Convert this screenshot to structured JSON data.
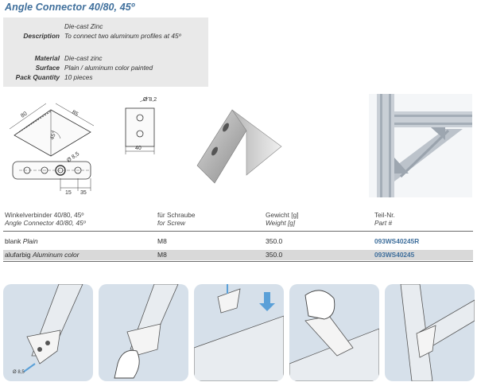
{
  "title": "Angle Connector 40/80, 45º",
  "spec": {
    "rows": [
      {
        "label": "",
        "value": "Die-cast Zinc"
      },
      {
        "label": "Description",
        "value": "To connect two aluminum profiles at 45º"
      },
      {
        "label": "Material",
        "value": "Die-cast zinc"
      },
      {
        "label": "Surface",
        "value": "Plain / aluminum color painted"
      },
      {
        "label": "Pack Quantity",
        "value": "10 pieces"
      }
    ]
  },
  "drawing": {
    "dim_80": "80",
    "dim_85": "85",
    "dim_45": "45°",
    "dim_d85": "Ø 8,5",
    "dim_15": "15",
    "dim_35": "35",
    "dim_d82": "Ø 8,2",
    "dim_40": "40"
  },
  "table": {
    "headers": [
      {
        "de": "Winkelverbinder 40/80, 45º",
        "en": "Angle Connector 40/80, 45º"
      },
      {
        "de": "für Schraube",
        "en": "for Screw"
      },
      {
        "de": "Gewicht [g]",
        "en": "Weight [g]"
      },
      {
        "de": "Teil-Nr.",
        "en": "Part #"
      }
    ],
    "rows": [
      {
        "de": "blank",
        "en": "Plain",
        "screw": "M8",
        "weight": "350.0",
        "part": "093WS40245R"
      },
      {
        "de": "alufarbig",
        "en": "Aluminum color",
        "screw": "M8",
        "weight": "350.0",
        "part": "093WS40245"
      }
    ]
  },
  "colors": {
    "title": "#3f6f9c",
    "part_number": "#3f6f9c",
    "spec_background": "#e9e9e9",
    "row_highlight": "#d9d9d9",
    "panel_background": "#d6e0ea"
  }
}
